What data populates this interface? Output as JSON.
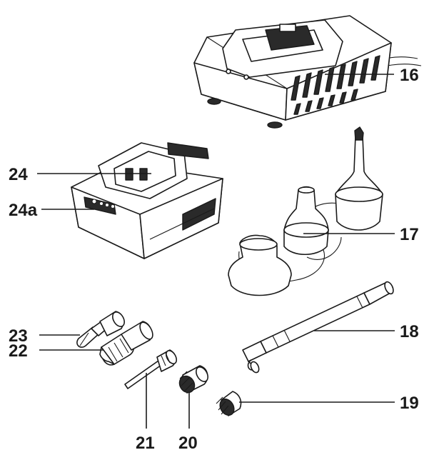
{
  "labels": {
    "charger": "16",
    "adapter_set": "17",
    "extension_tube": "18",
    "adapter_19": "19",
    "adapter_20": "20",
    "needle_21": "21",
    "nozzle_22": "22",
    "nozzle_23": "23",
    "battery": "24",
    "battery_indicator": "24a"
  }
}
